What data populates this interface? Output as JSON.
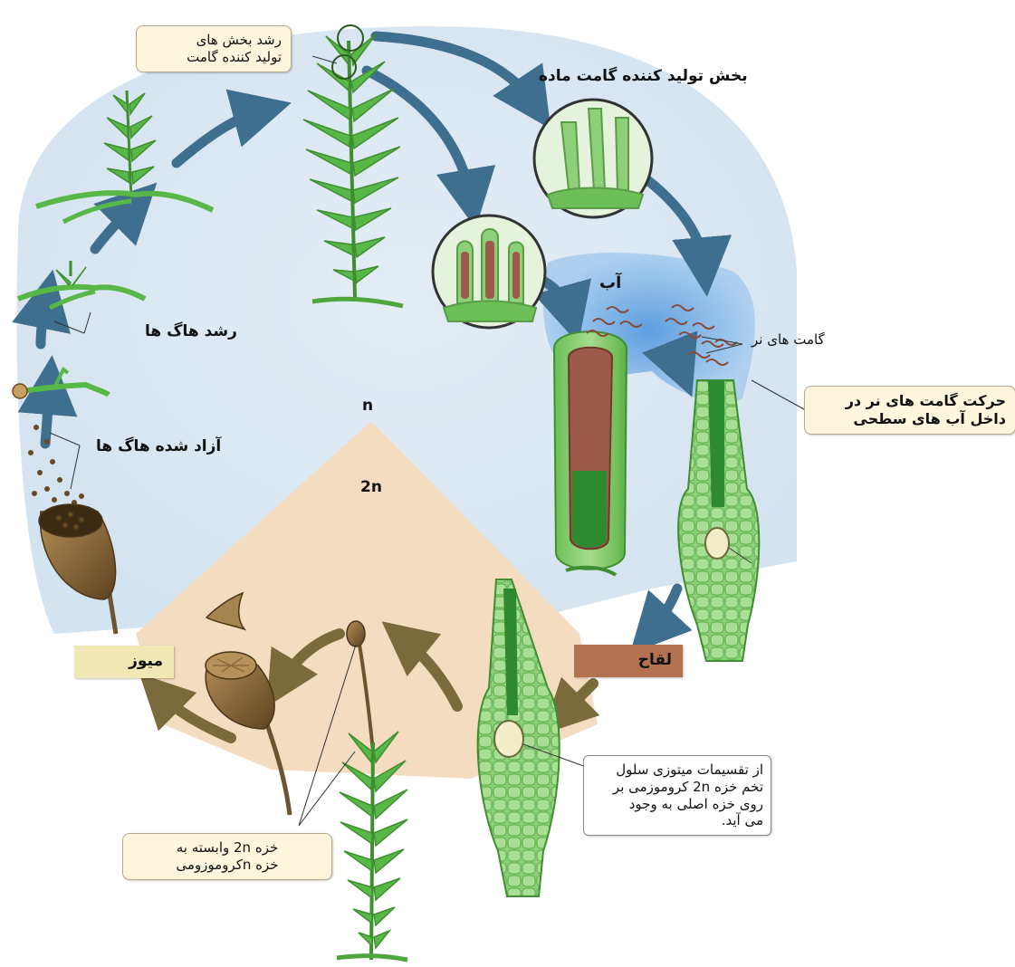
{
  "labels": {
    "gametophore_growth_line1": "رشد بخش های",
    "gametophore_growth_line2": "تولید کننده گامت",
    "female_part": "بخش تولید کننده گامت ماده",
    "water": "آب",
    "male_gametes": "گامت های نر",
    "gamete_movement_line1": "حرکت گامت های نر در",
    "gamete_movement_line2": "داخل آب های سطحی",
    "spore_growth": "رشد هاگ ها",
    "released_spores": "آزاد شده هاگ ها",
    "ploidy_n": "n",
    "ploidy_2n": "2n",
    "meiosis": "میوز",
    "fertilization": "لقاح",
    "zygote_note_line1": "از تقسیمات میتوزی سلول",
    "zygote_note_line2": "تخم خزه 2n کروموزمی بر",
    "zygote_note_line3": "روی خزه اصلی به وجود",
    "zygote_note_line4": "می آید.",
    "sporophyte_note_line1": "خزه 2n وابسته به",
    "sporophyte_note_line2": "خزه nکروموزومی"
  },
  "colors": {
    "haploid_bg": "#d8e6f2",
    "diploid_bg": "#f3dcc0",
    "water": "#6fa8dc",
    "blue_arrow": "#3f6f8f",
    "olive_arrow": "#7a6a3c",
    "plant_green": "#57b847",
    "cell_green": "#8ed07a",
    "capsule_brown": "#8a6a3a",
    "note_fill": "#fdf6dc",
    "meiosis_fill": "#efe7b4",
    "fertilization_fill": "#b3714f"
  }
}
